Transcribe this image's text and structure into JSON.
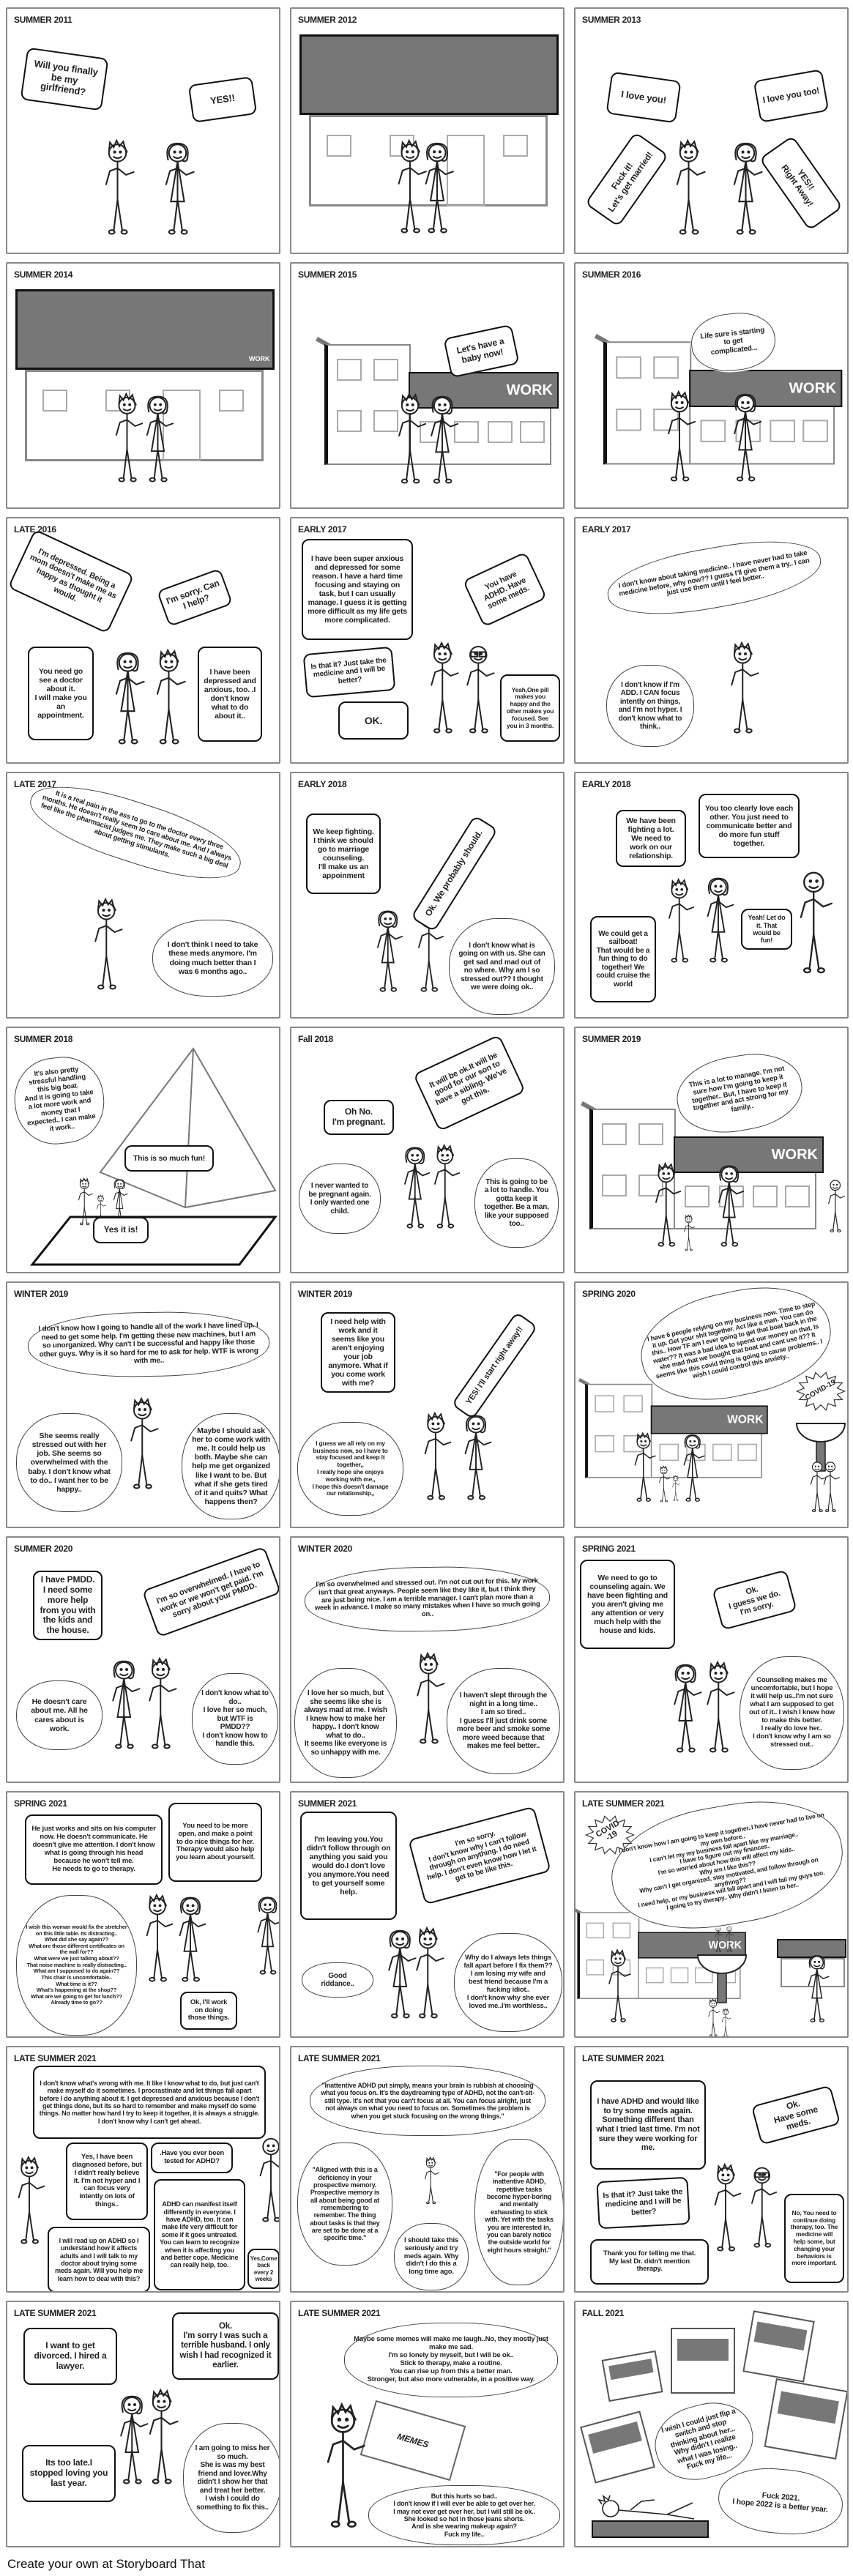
{
  "storyboard": {
    "footer": "Create your own at Storyboard That",
    "panels": [
      {
        "title": "SUMMER 2011",
        "bubbles": [
          "Will you finally be my girlfriend?",
          "YES!!"
        ]
      },
      {
        "title": "SUMMER 2012",
        "bubbles": []
      },
      {
        "title": "SUMMER 2013",
        "bubbles": [
          "I love you!",
          "I love you too!",
          "Fuck it!\nLet's get married!",
          "YES!!\nRight Away!"
        ]
      },
      {
        "title": "SUMMER 2014",
        "bubbles": [],
        "labels": [
          "WORK"
        ]
      },
      {
        "title": "SUMMER 2015",
        "bubbles": [
          "Let's have a baby now!"
        ],
        "labels": [
          "WORK"
        ]
      },
      {
        "title": "SUMMER 2016",
        "bubbles": [
          "Life sure is starting to get complicated..."
        ],
        "labels": [
          "WORK"
        ]
      },
      {
        "title": "LATE 2016",
        "bubbles": [
          "I'm depressed. Being a mom doesn't make me as happy as thought it would.",
          "I'm sorry. Can I help?",
          "You need go see a doctor about it.\nI will make you an appointment.",
          "I have been depressed and anxious, too. .I don't know what to do about it.."
        ]
      },
      {
        "title": "EARLY 2017",
        "bubbles": [
          "I have been super anxious and depressed for some reason. I have a hard time focusing and staying on task, but I can usually manage. I guess it is getting more difficult as my life gets more complicated.",
          "You have ADHD. Have some meds.",
          "Is that it? Just take the medicine and I will be better?",
          "OK.",
          "Yeah,One pill makes you happy and the other makes you focused. See you in 3 months."
        ]
      },
      {
        "title": "EARLY 2017",
        "bubbles": [
          "I don't know about taking medicine.. I have never had to take medicine before, why now?? I guess I'll give them a try.. I can just use them until I feel better..",
          "I don't know if I'm ADD. I CAN focus intently on things, and I'm not hyper. I don't know what to think.."
        ]
      },
      {
        "title": "LATE 2017",
        "bubbles": [
          "It is a real pain in the ass to go to the doctor every three months. He doesn't really seem to care about me. And I always feel like the pharmacist judges me. They make such a big deal about getting stimulants.",
          "I don't think I need to take these meds anymore. I'm doing much better than I was 6 months ago.."
        ]
      },
      {
        "title": "EARLY 2018",
        "bubbles": [
          "We keep fighting.\nI think we should go to marriage counseling.\nI'll make us an appoinment",
          "Ok. We probably should.",
          "I don't know what is going on with us. She can get sad and mad out of no where. Why am I so stressed out?? I thought we were doing ok.."
        ]
      },
      {
        "title": "EARLY 2018",
        "bubbles": [
          "We have been fighting a lot. We need to work on our relationship.",
          "You too clearly love each other. You just need to communicate better and do more fun stuff together.",
          "We could get a sailboat!\nThat would be a fun thing to do together! We could cruise the world",
          "Yeah! Let do it. That would be fun!"
        ]
      },
      {
        "title": "SUMMER 2018",
        "bubbles": [
          "It's also pretty stressful handling this big boat.\nAnd it is going to take a lot more work and money that I expected.. I can make it work..",
          "This is so much fun!",
          "Yes it is!"
        ]
      },
      {
        "title": "Fall 2018",
        "bubbles": [
          "Oh No.\nI'm pregnant.",
          "It will be ok.It will be good for our son to have a sibling. We've got this.",
          "I never wanted to be pregnant again. I only wanted one child.",
          "This is going to be a lot to handle. You gotta keep it together. Be a man, like your supposed too.."
        ]
      },
      {
        "title": "SUMMER 2019",
        "bubbles": [
          "This is a lot to manage. I'm not sure how I'm going to keep it together.. But, I have to keep it together and act strong for my family.."
        ],
        "labels": [
          "WORK"
        ]
      },
      {
        "title": "WINTER 2019",
        "bubbles": [
          "I don't know how I going to handle all of the work I have lined up. I need to get some help. I'm getting these new machines, but I am so unorganized. Why can't I be successful and happy like those other guys. Why is it so hard for me to ask for help. WTF is wrong with me..",
          "She seems really stressed out with her job. She seems so overwhelmed with the baby. I don't know what to do.. I want her to be happy..",
          "Maybe I should ask her to come work with me. It could help us both. Maybe she can help me get organized like I want to be. But what if she gets tired of it and quits? What happens then?"
        ]
      },
      {
        "title": "WINTER 2019",
        "bubbles": [
          "I need help with work and it seems like you aren't enjoying your job anymore. What if you come work with me?",
          "YES! I'll start right away!!",
          "I guess we all rely on my business now, so I have to stay focused and keep it together,,\nI really hope she enjoys working with me,,\nI hope this doesn't damage our relationship,,"
        ]
      },
      {
        "title": "SPRING 2020",
        "bubbles": [
          "I have 6 people relying on my business now. Time to step it up. Get your shit together. Act like a man. You can do this.. How TF am I ever going to get that boat back in the water?? It was a bad idea to spend our money on that. Is she mad that we bought that boat and cant use it?? It seems like this covid thing is going to cause problems.. I wish I could control this anxiety.."
        ],
        "labels": [
          "WORK",
          "COVID-19"
        ]
      },
      {
        "title": "SUMMER 2020",
        "bubbles": [
          "I have PMDD. I need some more help from you with the kids and the house.",
          "I'm so overwhelmed. I have to work or we won't get paid. I'm sorry about your PMDD.",
          "He doesn't care about me. All he cares about is work.",
          "I don't know what to do..\nI love her so much, but WTF is PMDD??\nI don't know how to handle this."
        ]
      },
      {
        "title": "WINTER 2020",
        "bubbles": [
          "I'm so overwhelmed and stressed out. I'm not cut out for this. My work isn't that great anyways. People seem like they like it, but I think they are just being nice. I am a terrible manager. I can't plan more than a week in advance. I make so many mistakes when I have so much going on..",
          "I love her so much, but she seems like she is always mad at me. I wish I knew how to make her happy.. I don't know what to do..\nIt seems like everyone is so unhappy with me.",
          "I haven't slept through the night in a long time..\nI am so tired..\nI guess I'll just drink some more beer and smoke some more weed because that makes me feel better.."
        ]
      },
      {
        "title": "SPRING 2021",
        "bubbles": [
          "We need to go to counseling again. We have been fighting and you aren't giving me any attention or very much help with the house and kids.",
          "Ok.\nI guess we do.\nI'm sorry.",
          "Counseling makes me uncomfortable, but I hope it will help us..I'm not sure what I am supposed to get out of it.. I wish I knew how to make this better.\nI really do love her..\nI don't know why I am so stressed out.."
        ]
      },
      {
        "title": "SPRING 2021",
        "bubbles": [
          "He just works and sits on his computer now. He doesn't communicate. He doesn't give me attention. I don't know what is going through his head because he won't tell me.\nHe needs to go to therapy.",
          "You need to be more open, and make a point to do nice things for her.\nTherapy would also help you learn about yourself.",
          "I wish this woman would fix the stretcher on this little table. Its distracting..\nWhat did she say again??\nWhat are those different certificates on the wall for??\nWhat were we just talking about??\nThat noise machine is really distracting..\nWhat am I supposed to do again??\nThis chair is uncomfortable..\nWhat time is it??\nWhat's happening at the shop??\nWhat are we going to get for lunch??\nAlready time to go??",
          "Ok, I'll work on doing those things."
        ]
      },
      {
        "title": "SUMMER 2021",
        "bubbles": [
          "I'm leaving you.You didn't follow through on anything you said you would do.I don't love you anymore.You need to get yourself some help.",
          "I'm so sorry.\nI don't know why I can't follow through on anything. I do need help. I don't even know how I let it get to be like this.",
          "Good riddance..",
          "Why do I always lets things fall apart before I fix them??I am losing my wife and best friend because I'm a fucking idiot..\nI don't know why she ever loved me..I'm worthless.."
        ]
      },
      {
        "title": "LATE SUMMER 2021",
        "bubbles": [
          "I don't know how I am going to keep it together..I have never had to live on my own before..\nI can't let my my business fall apart like my marriage..\nI have to figure out my finances..\nI'm so worried about how this will affect my kids..\nWhy am I like this??\nWhy can't I get organized, stay motivated, and follow through on anything??\nI need help, or my business will fall apart and I will fail my guys too.\nI going to try therapy.. Why didn't I listen to her.."
        ],
        "labels": [
          "WORK",
          "COVID\n-19"
        ]
      },
      {
        "title": "LATE SUMMER 2021",
        "bubbles": [
          "I don't know what's wrong with me. It like I know what to do, but just can't make myself do it sometimes. I procrastinate and let things fall apart before I do anything about it. I get depressed and anxious because I don't get things done, but its so hard to remember and make myself do some things. No matter how hard I try to keep it together, it is always a struggle. I don't know why I can't get ahead.",
          "Yes, I have been diagnosed before, but I didn't really believe it. I'm not hyper and I can focus very intently on lots of things..",
          ".Have you ever been tested for ADHD?",
          "I will read up on ADHD so I understand how it affects adults and I will talk to my doctor about trying some meds again. Will you help me learn how to deal with this?",
          "ADHD can manifest itself differently in everyone. I have ADHD, too. It can make life very difficult for some if it goes untreated. You can learn to recognize when it is affecting you and better cope. Medicine can really help, too.",
          "Yes,Come back every 2 weeks"
        ]
      },
      {
        "title": "LATE SUMMER 2021",
        "bubbles": [
          "\"Inattentive ADHD put simply, means your brain is rubbish at choosing what you focus on. It's the daydreaming type of ADHD, not the can't-sit-still type. It's not that you can't focus at all. You can focus alright, just not always on what you need to focus on. Sometimes the problem is when you get stuck focusing on the wrong things.\"",
          "\"Aligned with this is a deficiency in your prospective memory. Prospective memory is all about being good at remembering to remember. The thing about tasks is that they are set to be done at a specific time.\"",
          "I should take this seriously and try meds again. Why didn't I do this a long time ago.",
          "\"For people with inattentive ADHD, repetitive tasks become hyper-boring and mentally exhausting to stick with. Yet with the tasks you are interested in, you can barely notice the outside world for eight hours straight.\""
        ]
      },
      {
        "title": "LATE SUMMER 2021",
        "bubbles": [
          "I have ADHD and would like to try some meds again. Something different than what I tried last time. I'm not sure they were working for me.",
          "Ok.\nHave some meds.",
          "Is that it? Just take the medicine and I will be better?",
          "Thank you for telling me that.\nMy last Dr. didn't mention therapy.",
          "No, You need to continue doing therapy, too. The medicine will help some, but changing your behaviors is more important."
        ]
      },
      {
        "title": "LATE SUMMER 2021",
        "bubbles": [
          "I want to get divorced. I hired a lawyer.",
          "Ok.\nI'm sorry I was such a terrible husband. I only wish I had recognized it earlier.",
          "Its too late.I stopped loving you last year.",
          "I am going to miss her so much.\nShe is was my best friend and lover.Why didn't I show her that and treat her better.\nI wish I could do something to fix this.."
        ]
      },
      {
        "title": "LATE SUMMER 2021",
        "bubbles": [
          "Maybe some memes will make me laugh..No, they mostly just make me sad.\nI'm so lonely by myself, but I will be ok..\nStick to therapy, make a routine.\nYou can rise up from this a better man.\nStronger, but also more vulnerable, in a positive way.",
          "But this hurts so bad..\nI don't know if I will ever be able to get over her.\nI may not ever get over her, but I will still be ok..\nShe looked so hot in those jeans shorts.\nAnd is she wearing makeup again?\nFuck my life.."
        ],
        "labels": [
          "MEMES"
        ]
      },
      {
        "title": "FALL 2021",
        "bubbles": [
          "I wish I could just flip a switch and stop thinking about her...\nWhy didn't I realize what I was losing..\nFuck my life...",
          "Fuck 2021.\nI hope 2022 is a better year."
        ]
      }
    ]
  },
  "colors": {
    "panel_border": "#8a8a8a",
    "sign_gray": "#777777",
    "ink": "#222222"
  }
}
